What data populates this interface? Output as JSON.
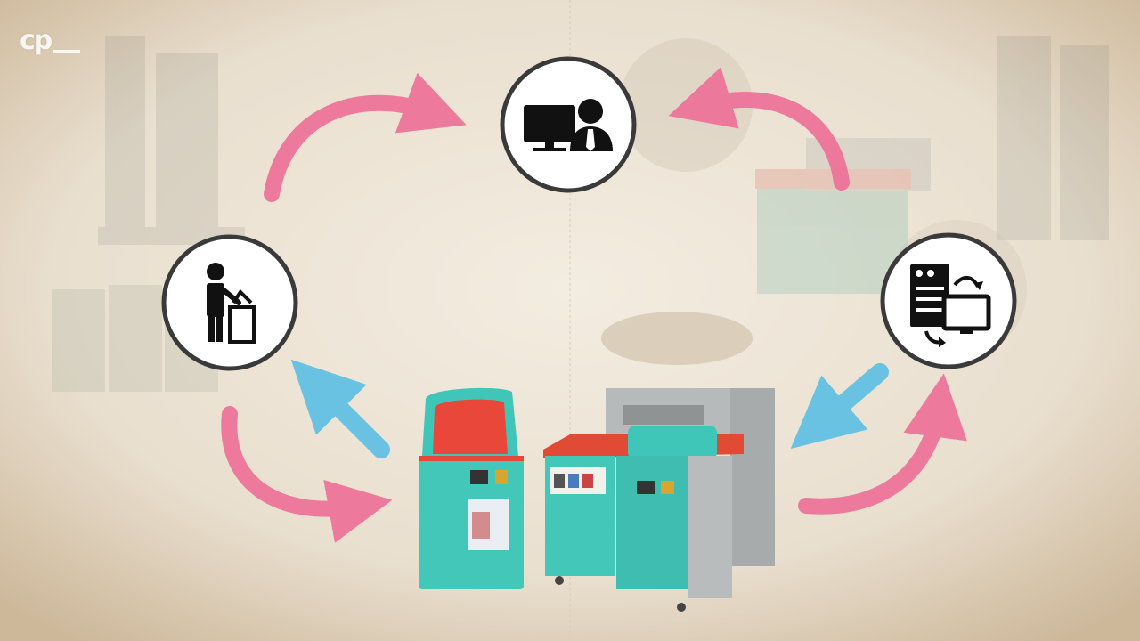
{
  "logo": {
    "text": "cp",
    "icon": "cp-logo"
  },
  "icons": {
    "top": "office-worker-computer-icon",
    "left": "person-disposing-waste-icon",
    "right": "server-computer-sync-icon"
  },
  "machines": {
    "small": "food-waste-bin-machine",
    "large": "food-waste-processor-machine"
  },
  "colors": {
    "background": "#e7dccb",
    "pink_arrow": "#ee6f98",
    "blue_arrow": "#5bbfe3",
    "machine_teal": "#3fc6b8",
    "machine_red": "#e9473a",
    "icon_circle_border": "#3a3a3a"
  }
}
